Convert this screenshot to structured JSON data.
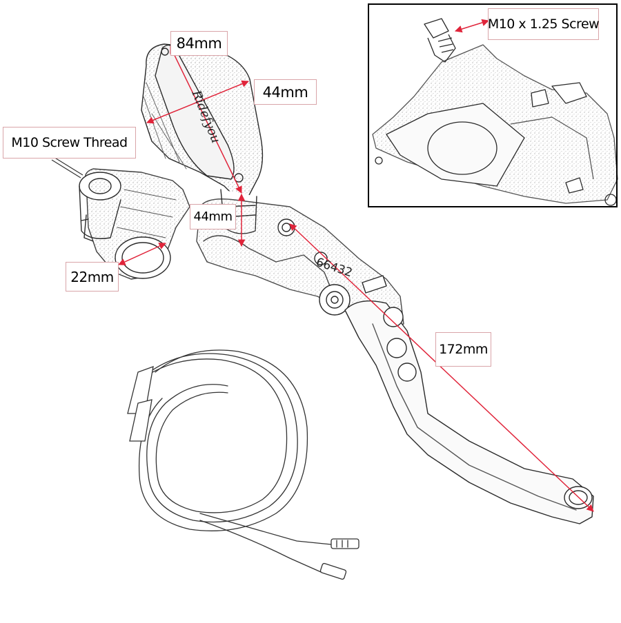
{
  "labels": {
    "overall_length": "84mm",
    "reservoir_width": "44mm",
    "screw_thread": "M10 Screw Thread",
    "reservoir_height": "44mm",
    "bar_diameter": "22mm",
    "lever_length": "172mm",
    "inset_screw": "M10 x 1.25 Screw"
  },
  "reservoir_cap_text": "Ridefyou",
  "lever_number": "66432",
  "colors": {
    "dimension_line": "#e0243a",
    "label_border": "#d9a4a8",
    "sketch_line": "#2a2a2a"
  }
}
